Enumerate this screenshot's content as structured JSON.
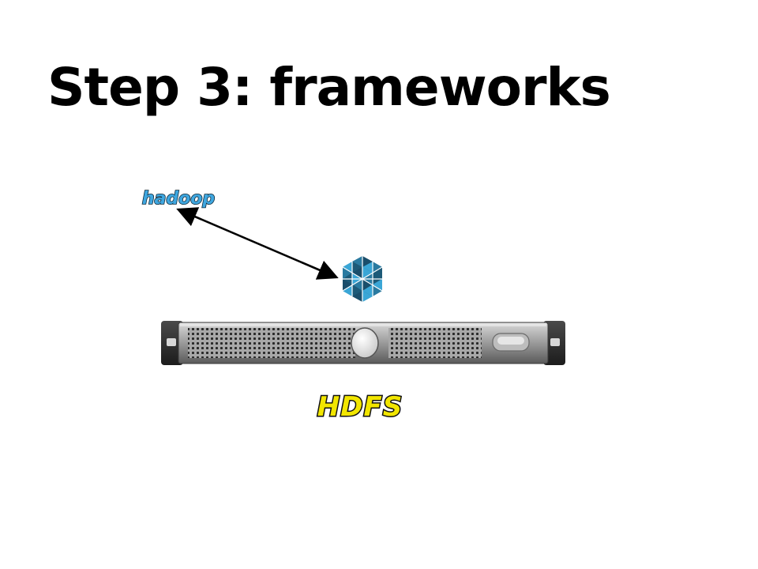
{
  "slide": {
    "title": "Step 3: frameworks"
  },
  "logos": {
    "hadoop": "hadoop",
    "hdfs": "HDFS"
  },
  "icons": {
    "framework": "mesos-hexagon-icon",
    "server": "rack-server-icon",
    "connector": "double-headed-arrow"
  },
  "colors": {
    "hadoop_blue": "#3fa7e0",
    "hdfs_yellow": "#f2e600",
    "mesos_dark": "#1d5a78",
    "mesos_light": "#3aa6d6"
  }
}
